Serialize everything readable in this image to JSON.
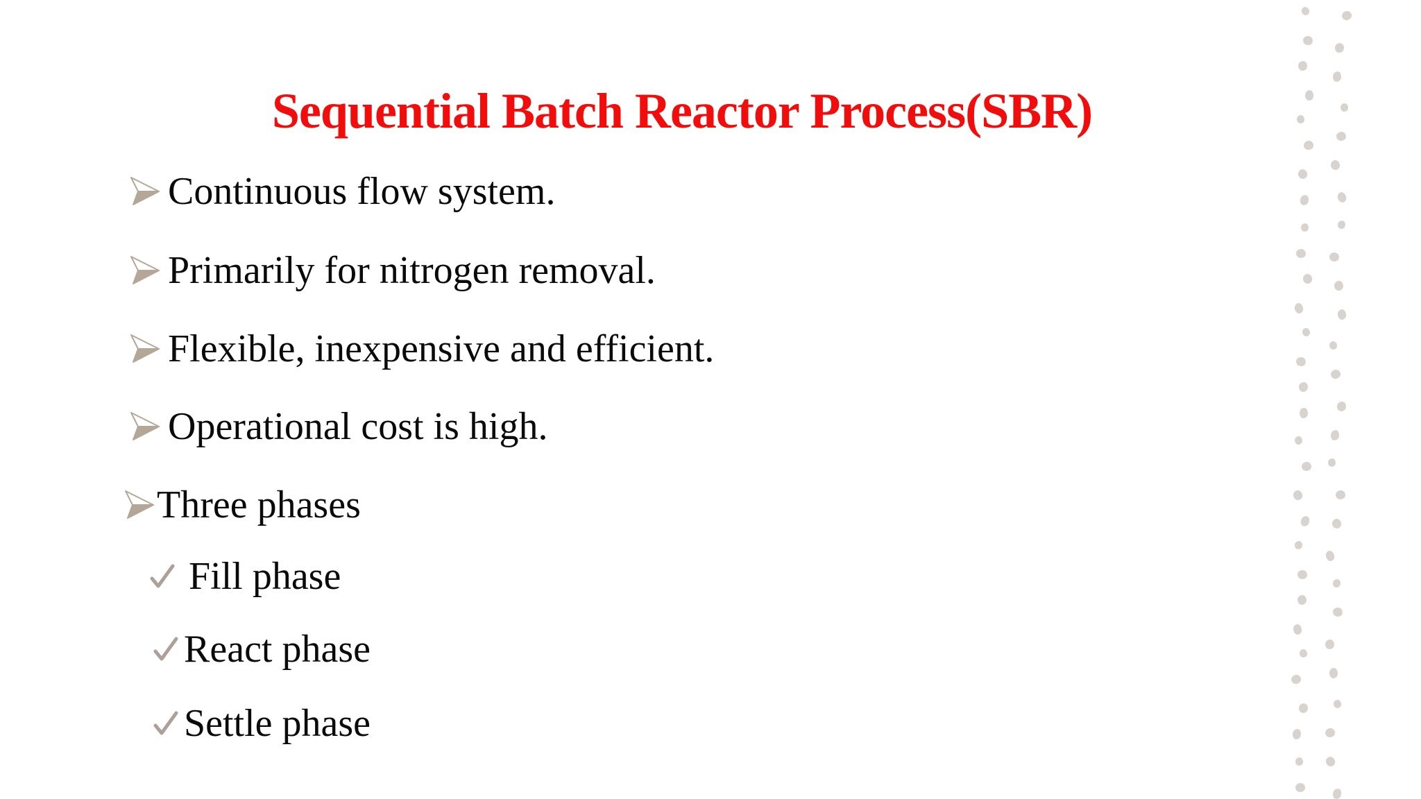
{
  "slide": {
    "background": "#ffffff",
    "title": {
      "text": "Sequential Batch Reactor Process(SBR)",
      "color": "#f20d0d"
    },
    "bullets": [
      {
        "text": "Continuous flow system."
      },
      {
        "text": "Primarily for nitrogen removal."
      },
      {
        "text": "Flexible, inexpensive and efficient."
      },
      {
        "text": "Operational cost is high."
      },
      {
        "text": "Three phases"
      }
    ],
    "sub_bullets": [
      {
        "text": "Fill phase"
      },
      {
        "text": "React phase"
      },
      {
        "text": "Settle phase"
      }
    ],
    "text_color": "#0a0a0a",
    "bullet_icon": {
      "name": "3d-arrowhead-bullet",
      "color": "#b5a798",
      "highlight": "#ffffff"
    },
    "check_icon": {
      "name": "checkmark-bullet",
      "color": "#aca098"
    },
    "decor": {
      "name": "dotted-border-right",
      "color": "#d9d3d0",
      "columns": 2
    }
  }
}
